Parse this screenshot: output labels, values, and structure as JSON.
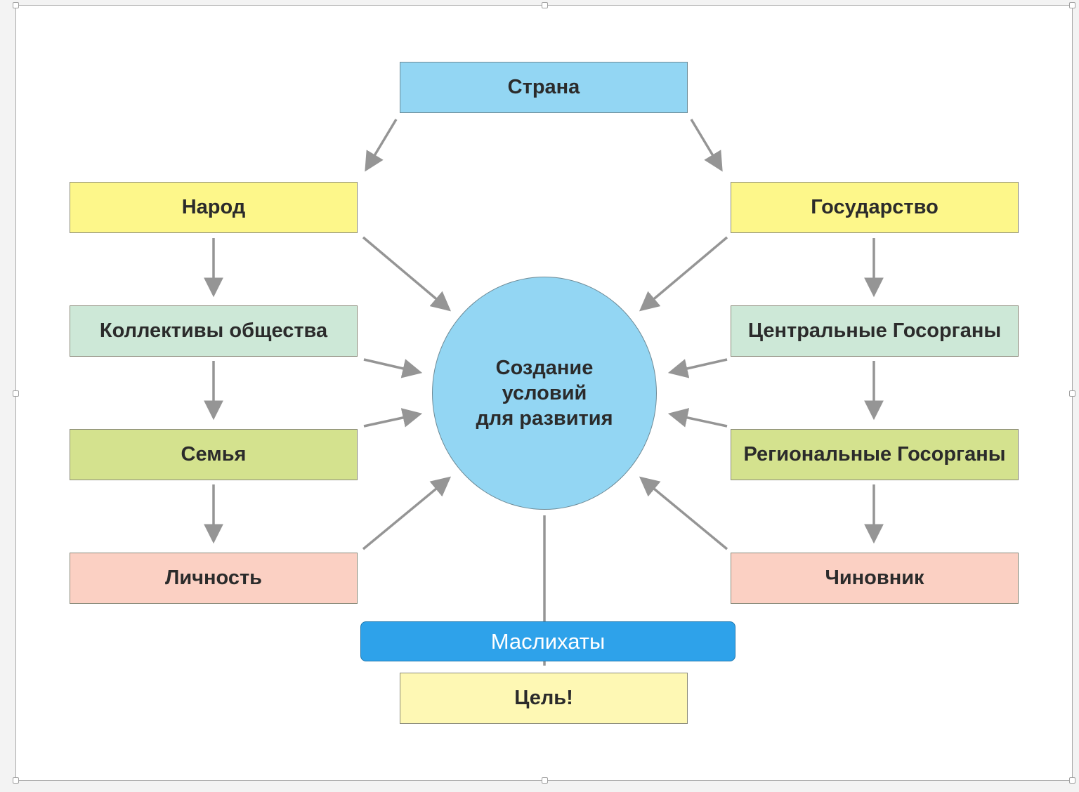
{
  "slide": {
    "top": {
      "label": "Страна",
      "color": "#93d6f3"
    },
    "left_column": [
      {
        "label": "Народ",
        "color": "#fdf78a"
      },
      {
        "label": "Коллективы общества",
        "color": "#cde8d7"
      },
      {
        "label": "Семья",
        "color": "#d4e28e"
      },
      {
        "label": "Личность",
        "color": "#fbd0c3"
      }
    ],
    "right_column": [
      {
        "label": "Государство",
        "color": "#fdf78a"
      },
      {
        "label": "Центральные Госорганы",
        "color": "#cde8d7"
      },
      {
        "label": "Региональные Госорганы",
        "color": "#d4e28e"
      },
      {
        "label": "Чиновник",
        "color": "#fbd0c3"
      }
    ],
    "center": {
      "lines": [
        "Создание",
        "условий",
        "для развития"
      ],
      "color": "#93d6f3"
    },
    "maslikhaty": {
      "label": "Маслихаты",
      "color": "#2ea2ea"
    },
    "goal": {
      "label": "Цель!",
      "color": "#fef8b4"
    },
    "arrow_color": "#959595"
  }
}
